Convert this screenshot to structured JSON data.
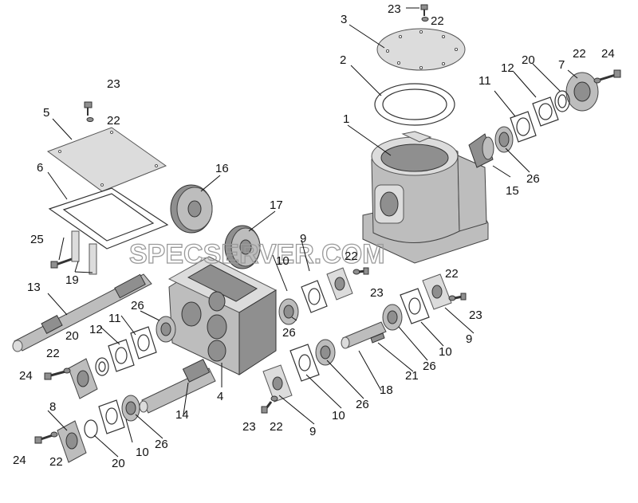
{
  "watermark": "SPECSERVER.COM",
  "labels": [
    {
      "id": "l1",
      "text": "1"
    },
    {
      "id": "l2",
      "text": "2"
    },
    {
      "id": "l3",
      "text": "3"
    },
    {
      "id": "l4",
      "text": "4"
    },
    {
      "id": "l5",
      "text": "5"
    },
    {
      "id": "l6",
      "text": "6"
    },
    {
      "id": "l7",
      "text": "7"
    },
    {
      "id": "l8",
      "text": "8"
    },
    {
      "id": "l9a",
      "text": "9"
    },
    {
      "id": "l9b",
      "text": "9"
    },
    {
      "id": "l9c",
      "text": "9"
    },
    {
      "id": "l10a",
      "text": "10"
    },
    {
      "id": "l10b",
      "text": "10"
    },
    {
      "id": "l10c",
      "text": "10"
    },
    {
      "id": "l10d",
      "text": "10"
    },
    {
      "id": "l11a",
      "text": "11"
    },
    {
      "id": "l11b",
      "text": "11"
    },
    {
      "id": "l12a",
      "text": "12"
    },
    {
      "id": "l12b",
      "text": "12"
    },
    {
      "id": "l13",
      "text": "13"
    },
    {
      "id": "l14",
      "text": "14"
    },
    {
      "id": "l15",
      "text": "15"
    },
    {
      "id": "l16",
      "text": "16"
    },
    {
      "id": "l17",
      "text": "17"
    },
    {
      "id": "l18",
      "text": "18"
    },
    {
      "id": "l19",
      "text": "19"
    },
    {
      "id": "l20a",
      "text": "20"
    },
    {
      "id": "l20b",
      "text": "20"
    },
    {
      "id": "l20c",
      "text": "20"
    },
    {
      "id": "l21",
      "text": "21"
    },
    {
      "id": "l22a",
      "text": "22"
    },
    {
      "id": "l22b",
      "text": "22"
    },
    {
      "id": "l22c",
      "text": "22"
    },
    {
      "id": "l22d",
      "text": "22"
    },
    {
      "id": "l22e",
      "text": "22"
    },
    {
      "id": "l22f",
      "text": "22"
    },
    {
      "id": "l22g",
      "text": "22"
    },
    {
      "id": "l22h",
      "text": "22"
    },
    {
      "id": "l23a",
      "text": "23"
    },
    {
      "id": "l23b",
      "text": "23"
    },
    {
      "id": "l23c",
      "text": "23"
    },
    {
      "id": "l23d",
      "text": "23"
    },
    {
      "id": "l23e",
      "text": "23"
    },
    {
      "id": "l24a",
      "text": "24"
    },
    {
      "id": "l24b",
      "text": "24"
    },
    {
      "id": "l24c",
      "text": "24"
    },
    {
      "id": "l25",
      "text": "25"
    },
    {
      "id": "l26a",
      "text": "26"
    },
    {
      "id": "l26b",
      "text": "26"
    },
    {
      "id": "l26c",
      "text": "26"
    },
    {
      "id": "l26d",
      "text": "26"
    },
    {
      "id": "l26e",
      "text": "26"
    },
    {
      "id": "l26f",
      "text": "26"
    }
  ]
}
